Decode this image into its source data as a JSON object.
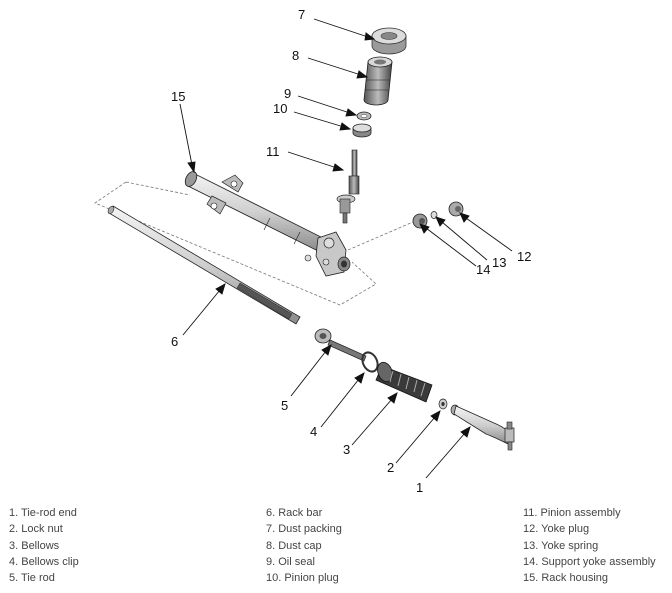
{
  "callouts": [
    "7",
    "8",
    "9",
    "10",
    "11",
    "15",
    "12",
    "13",
    "14",
    "6",
    "5",
    "4",
    "3",
    "2",
    "1"
  ],
  "legend": {
    "col1": [
      "1. Tie-rod end",
      "2. Lock nut",
      "3. Bellows",
      "4. Bellows clip",
      "5. Tie rod"
    ],
    "col2": [
      "6. Rack bar",
      "7. Dust packing",
      "8. Dust cap",
      "9. Oil seal",
      "10. Pinion plug"
    ],
    "col3": [
      "11. Pinion assembly",
      "12. Yoke plug",
      "13. Yoke spring",
      "14. Support yoke assembly",
      "15. Rack housing"
    ]
  }
}
